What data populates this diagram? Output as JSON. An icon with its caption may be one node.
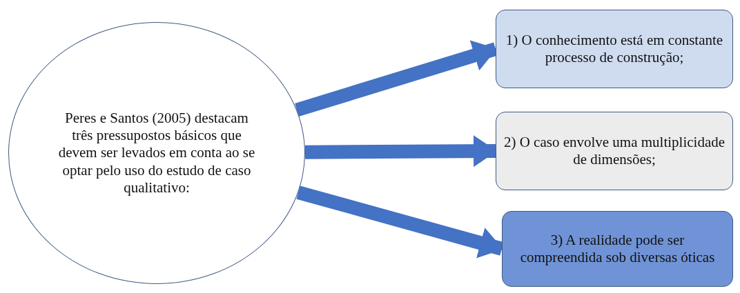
{
  "diagram": {
    "nodes": [
      {
        "text": [
          "Peres e Santos (2005) destacam três pressupostos básicos que devem ser levados em conta ao se optar pelo uso do estudo de caso qualitativo:"
        ]
      },
      {
        "text": [
          "1) O conhecimento está em constante processo de construção;"
        ]
      },
      {
        "text": [
          "2) O caso envolve uma multiplicidade de dimensões;"
        ]
      },
      {
        "text": [
          "3) A realidade pode ser compreendida sob diversas óticas"
        ]
      }
    ],
    "edges": [
      {
        "from": 0,
        "to": 1,
        "arrow": "to"
      },
      {
        "from": 0,
        "to": 2,
        "arrow": "to"
      },
      {
        "from": 0,
        "to": 3,
        "arrow": "to"
      }
    ]
  }
}
